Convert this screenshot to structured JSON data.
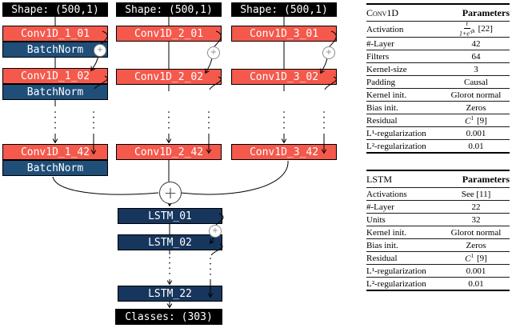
{
  "diagram": {
    "plus": "+",
    "columns": [
      {
        "shape": "Shape: (500,1)",
        "conv01": "Conv1D_1_01",
        "bn01": "BatchNorm",
        "conv02": "Conv1D_1_02",
        "bn02": "BatchNorm",
        "conv42": "Conv1D_1_42",
        "bn42": "BatchNorm"
      },
      {
        "shape": "Shape: (500,1)",
        "conv01": "Conv1D_2_01",
        "conv02": "Conv1D_2_02",
        "conv42": "Conv1D_2_42"
      },
      {
        "shape": "Shape: (500,1)",
        "conv01": "Conv1D_3_01",
        "conv02": "Conv1D_3_02",
        "conv42": "Conv1D_3_42"
      }
    ],
    "lstm01": "LSTM_01",
    "lstm02": "LSTM_02",
    "lstm22": "LSTM_22",
    "classes": "Classes: (303)"
  },
  "colors": {
    "conv_red": "#f4594c",
    "batchnorm_blue": "#1f4e79",
    "lstm_navy": "#17365d",
    "io_black": "#000000"
  },
  "tables": {
    "conv1d": {
      "title": "Conv1D",
      "params_header": "Parameters",
      "rows": [
        {
          "label": "Activation",
          "value_num": "t",
          "value_den": "1+e",
          "value_den_sup": "-βt",
          "value_ref": "[22]"
        },
        {
          "label": "#-Layer",
          "value": "42"
        },
        {
          "label": "Filters",
          "value": "64"
        },
        {
          "label": "Kernel-size",
          "value": "3"
        },
        {
          "label": "Padding",
          "value": "Causal"
        },
        {
          "label": "Kernel init.",
          "value": "Glorot normal"
        },
        {
          "label": "Bias init.",
          "value": "Zeros"
        },
        {
          "label": "Residual",
          "value_main": "C",
          "value_sup": "1",
          "value_ref": "[9]"
        },
        {
          "label": "L¹-regularization",
          "value": "0.001"
        },
        {
          "label": "L²-regularization",
          "value": "0.01"
        }
      ]
    },
    "lstm": {
      "title": "LSTM",
      "params_header": "Parameters",
      "rows": [
        {
          "label": "Activations",
          "value": "See [11]"
        },
        {
          "label": "#-Layer",
          "value": "22"
        },
        {
          "label": "Units",
          "value": "32"
        },
        {
          "label": "Kernel init.",
          "value": "Glorot normal"
        },
        {
          "label": "Bias init.",
          "value": "Zeros"
        },
        {
          "label": "Residual",
          "value_main": "C",
          "value_sup": "1",
          "value_ref": "[9]"
        },
        {
          "label": "L¹-regularization",
          "value": "0.001"
        },
        {
          "label": "L²-regularization",
          "value": "0.01"
        }
      ]
    }
  }
}
